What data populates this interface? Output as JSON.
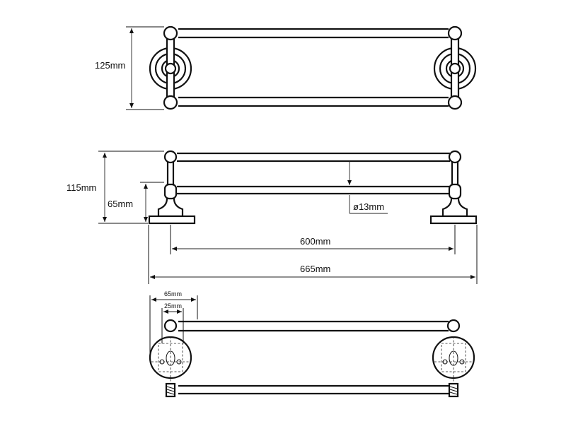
{
  "views": {
    "front": {
      "height_label": "125mm"
    },
    "side": {
      "height_label": "115mm",
      "lower_height_label": "65mm",
      "tube_diameter_label": "ø13mm",
      "rail_length_label": "600mm",
      "overall_length_label": "665mm"
    },
    "top": {
      "base_width_label": "65mm",
      "hole_spacing_label": "25mm"
    }
  },
  "colors": {
    "line": "#111111",
    "background": "#ffffff"
  }
}
